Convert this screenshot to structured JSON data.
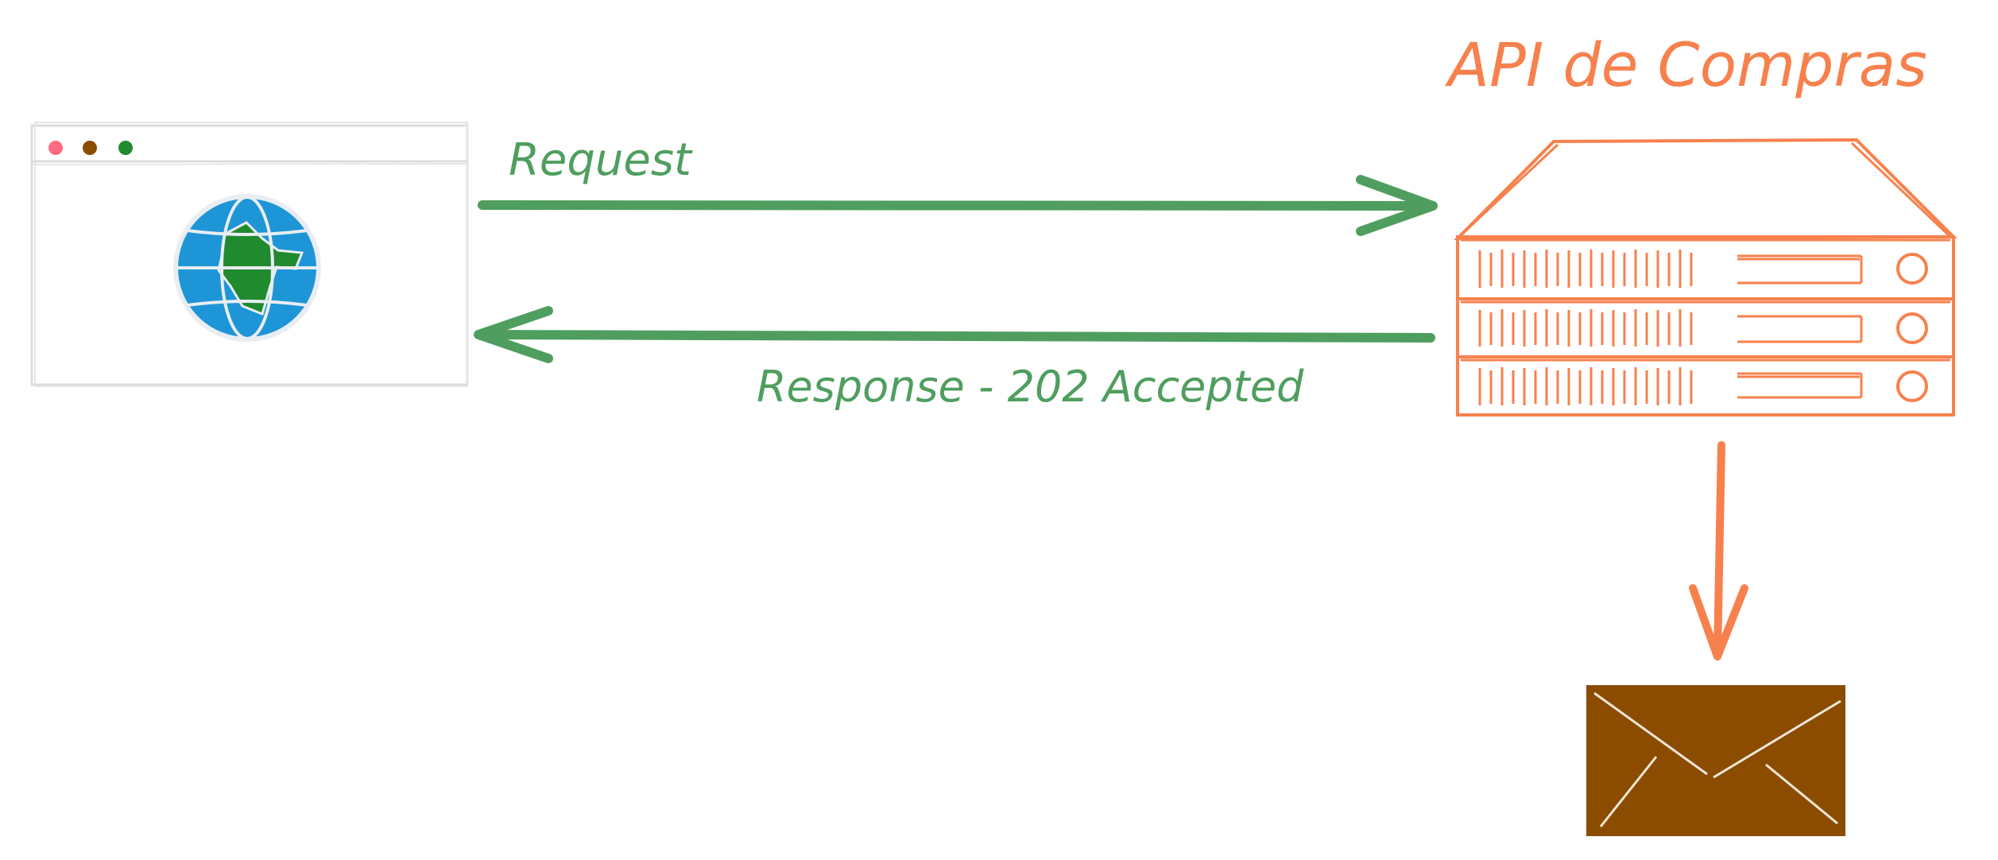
{
  "labels": {
    "api_title": "API de Compras",
    "request": "Request",
    "response": "Response - 202 Accepted"
  },
  "colors": {
    "green": "#4f9e5f",
    "orange": "#f7814d",
    "brown": "#8b4c00",
    "globe_blue": "#1e95d6",
    "globe_land": "#1f8a2e",
    "browser_border": "#dcdcdc",
    "dot_red": "#ff6b81",
    "dot_brown": "#8b4c00",
    "dot_green": "#1f8a2e"
  },
  "icons": {
    "browser": "browser-window-icon",
    "globe": "globe-icon",
    "server": "server-rack-icon",
    "mail": "envelope-icon"
  }
}
